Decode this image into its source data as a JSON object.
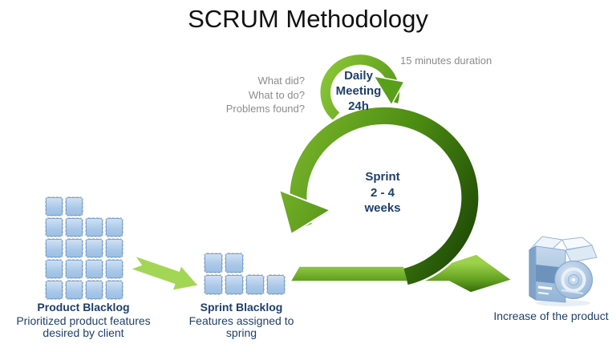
{
  "title": "SCRUM Methodology",
  "colors": {
    "arrow_green_light": "#9cd14b",
    "arrow_green_mid": "#5f9e1e",
    "arrow_green_dark": "#1e4a05",
    "label_navy": "#1f3f6b",
    "annotation_gray": "#8c8c8c",
    "backlog_square_blue": "#a9c8e8"
  },
  "loops": {
    "daily_meeting": {
      "lines": [
        "Daily",
        "Meeting",
        "24h"
      ],
      "duration_note": "15 minutes duration",
      "questions": [
        "What did?",
        "What to do?",
        "Problems found?"
      ]
    },
    "sprint": {
      "lines": [
        "Sprint",
        "2 - 4",
        "weeks"
      ]
    }
  },
  "product_backlog": {
    "title": "Product Blacklog",
    "description_lines": [
      "Prioritized product features",
      "desired by client"
    ],
    "grid_rows": [
      2,
      4,
      4,
      4,
      4
    ]
  },
  "sprint_backlog": {
    "title": "Sprint Blacklog",
    "description_lines": [
      "Features assigned to",
      "spring"
    ],
    "grid_rows": [
      2,
      4
    ]
  },
  "output": {
    "label": "Increase of the product"
  },
  "icons": {
    "sprint_loop": "sprint-loop-arrow",
    "daily_loop": "daily-meeting-loop-arrow",
    "handoff": "handoff-arrow",
    "release": "release-arrow",
    "product_box": "software-box-icon",
    "disc": "cd-disc-icon"
  }
}
